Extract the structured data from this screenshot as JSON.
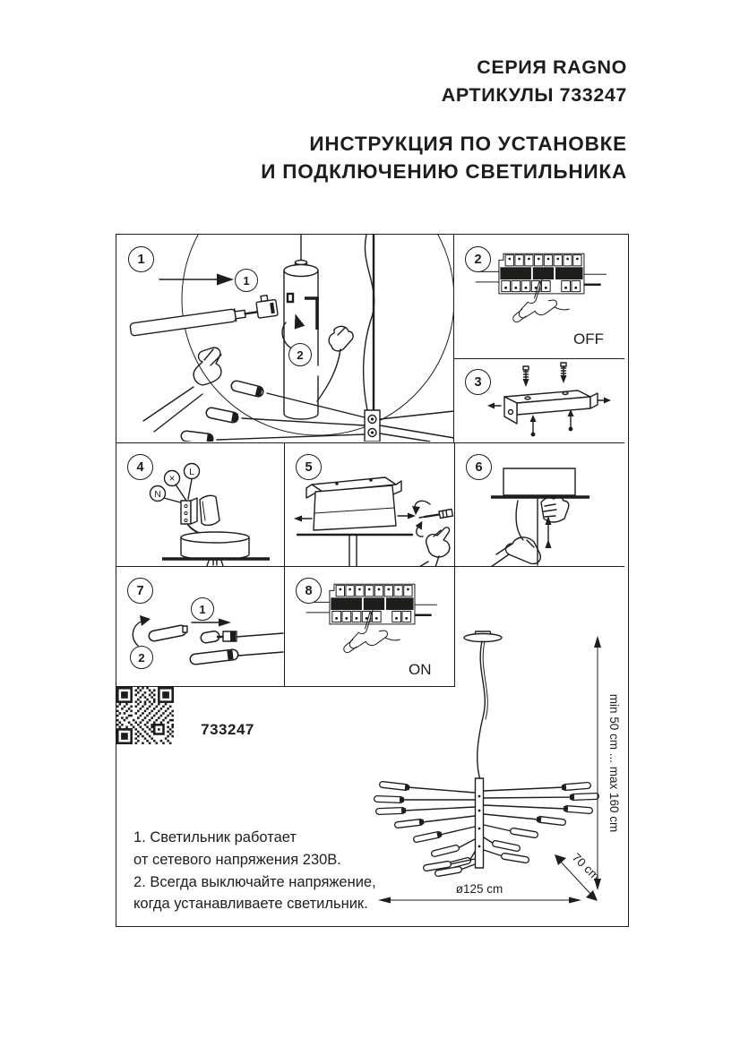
{
  "header": {
    "series": "СЕРИЯ RAGNO",
    "articles": "АРТИКУЛЫ 733247",
    "title_line1": "ИНСТРУКЦИЯ ПО УСТАНОВКЕ",
    "title_line2": "И ПОДКЛЮЧЕНИЮ СВЕТИЛЬНИКА"
  },
  "colors": {
    "ink": "#1d1d1b",
    "paper": "#ffffff"
  },
  "steps": {
    "s1": {
      "num": "1",
      "substep_a": "1",
      "substep_b": "2"
    },
    "s2": {
      "num": "2",
      "label": "OFF"
    },
    "s3": {
      "num": "3"
    },
    "s4": {
      "num": "4",
      "terminal_earth": "×",
      "terminal_live": "L",
      "terminal_neutral": "N"
    },
    "s5": {
      "num": "5"
    },
    "s6": {
      "num": "6"
    },
    "s7": {
      "num": "7",
      "substep_a": "1",
      "substep_b": "2"
    },
    "s8": {
      "num": "8",
      "label": "ON"
    }
  },
  "footer": {
    "article": "733247",
    "qr_icon": "qr-code",
    "notes": [
      "1. Светильник работает",
      "от сетевого напряжения 230В.",
      "2. Всегда выключайте напряжение,",
      "когда устанавливаете светильник."
    ]
  },
  "dimensions": {
    "height_range": "min 50 cm ... max 160 cm",
    "depth": "70 cm",
    "diameter": "ø125 cm"
  }
}
